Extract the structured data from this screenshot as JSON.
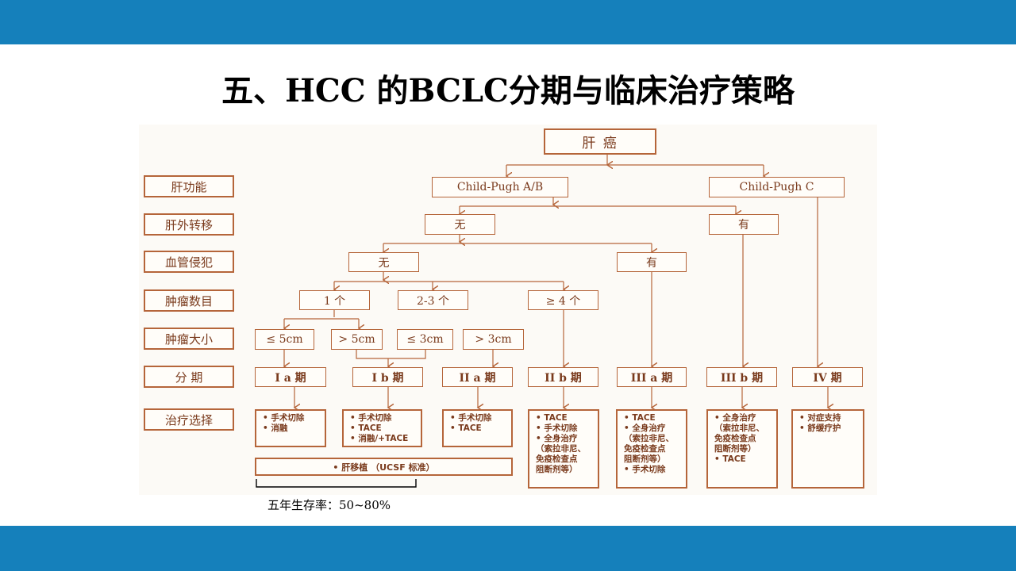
{
  "title": "五、HCC 的BCLC分期与临床治疗策略",
  "colors": {
    "header_bar": "#1580bb",
    "box_border": "#b5653a",
    "box_text": "#7a3a1c"
  },
  "row_labels": [
    "肝功能",
    "肝外转移",
    "血管侵犯",
    "肿瘤数目",
    "肿瘤大小",
    "分  期",
    "治疗选择"
  ],
  "nodes": {
    "root": "肝    癌",
    "child_ab": "Child-Pugh A/B",
    "child_c": "Child-Pugh C",
    "meta_no": "无",
    "meta_yes": "有",
    "vasc_no": "无",
    "vasc_yes": "有",
    "num_1": "1 个",
    "num_2_3": "2-3 个",
    "num_ge4": "≥ 4 个",
    "size_le5": "≤ 5cm",
    "size_gt5": "> 5cm",
    "size_le3": "≤ 3cm",
    "size_gt3": "> 3cm"
  },
  "stages": [
    "I a 期",
    "I b 期",
    "II a 期",
    "II b 期",
    "III a 期",
    "III b 期",
    "IV 期"
  ],
  "treatments": [
    [
      "• 手术切除",
      "• 消融"
    ],
    [
      "• 手术切除",
      "• TACE",
      "• 消融/+TACE"
    ],
    [
      "• 手术切除",
      "• TACE"
    ],
    [
      "• TACE",
      "• 手术切除",
      "• 全身治疗",
      "（索拉非尼、",
      "免疫检查点",
      "阻断剂等）"
    ],
    [
      "• TACE",
      "• 全身治疗",
      "（索拉非尼、",
      "免疫检查点",
      "阻断剂等）",
      "• 手术切除"
    ],
    [
      "• 全身治疗",
      "（索拉非尼、",
      "免疫检查点",
      "阻断剂等）",
      "• TACE"
    ],
    [
      "• 对症支持",
      "• 舒缓疗护"
    ]
  ],
  "transplant": "• 肝移植 （UCSF 标准）",
  "survival": "五年生存率：50~80%"
}
